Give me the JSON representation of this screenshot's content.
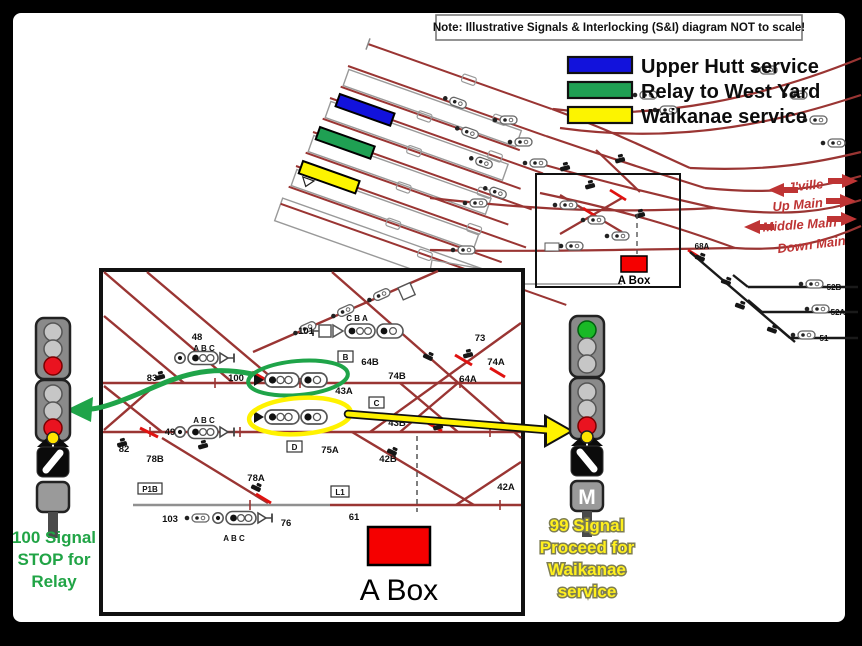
{
  "note_text": "Note: Illustrative Signals & Interlocking (S&I) diagram NOT to scale!",
  "legend": {
    "items": [
      {
        "label": "Upper Hutt service",
        "color": "#1212DC"
      },
      {
        "label": "Relay to West Yard",
        "color": "#1FA053"
      },
      {
        "label": "Waikanae service",
        "color": "#FCF400"
      }
    ]
  },
  "main": {
    "route_labels": [
      "J'ville",
      "Up Main",
      "Middle Main",
      "Down Main"
    ],
    "abox": "A Box",
    "branch_labels": [
      "68A",
      "52B",
      "52A",
      "51"
    ]
  },
  "inset": {
    "abox": "A Box",
    "labels": [
      "48",
      "A   B   C",
      "83",
      "100",
      "43A",
      "49",
      "A   B   C",
      "82",
      "78B",
      "78A",
      "103",
      "76",
      "A   B   C",
      "101",
      "C   B   A",
      "73",
      "64B",
      "74B",
      "74A",
      "64A",
      "B",
      "C",
      "D",
      "L1",
      "P1B",
      "75A",
      "42B",
      "42A",
      "61",
      "43B"
    ]
  },
  "signals": {
    "left": {
      "caption_lines": [
        "100 Signal",
        "STOP for",
        "Relay"
      ],
      "color": "#21A446",
      "lights": [
        "#C6C6C6",
        "#C6C6C6",
        "#EA1320",
        "#C6C6C6",
        "#C6C6C6",
        "#EA1320"
      ]
    },
    "right": {
      "caption_lines": [
        "99 Signal",
        "Proceed for",
        "Waikanae",
        "service"
      ],
      "color": "#FFF01E",
      "indicator": "M",
      "lights": [
        "#19B926",
        "#C6C6C6",
        "#C6C6C6",
        "#C6C6C6",
        "#C6C6C6",
        "#EA1320"
      ]
    }
  },
  "highlight": {
    "green": "#1FA449",
    "yellow": "#FFF200",
    "track_red": "#9A3533",
    "accent_red": "#E01210"
  }
}
